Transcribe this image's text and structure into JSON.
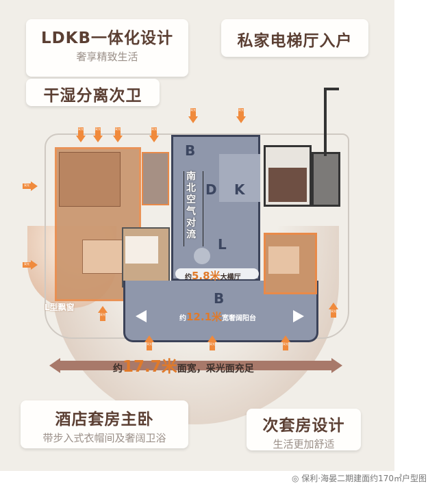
{
  "cards": {
    "ldkb": {
      "title": "LDKB一体化设计",
      "subtitle": "奢享精致生活"
    },
    "elevator": {
      "title": "私家电梯厅入户"
    },
    "bath": {
      "title": "干湿分离次卫"
    },
    "master": {
      "title": "酒店套房主卧",
      "subtitle": "带步入式衣帽间及奢阔卫浴"
    },
    "second": {
      "title": "次套房设计",
      "subtitle": "生活更加舒适"
    }
  },
  "plan": {
    "rooms": {
      "b_top": "B",
      "d": "D",
      "k": "K",
      "l": "L",
      "b_balcony": "B"
    },
    "airflow": "南北空气对流",
    "hall": {
      "prefix": "约",
      "value": "5.8米",
      "suffix": "大横厅"
    },
    "balcony": {
      "prefix": "约",
      "value": "12.1米",
      "suffix": "宽奢阔阳台"
    },
    "bay_window": "L型飘窗",
    "light_label": "采光"
  },
  "frontage": {
    "prefix": "约",
    "value": "17.7米",
    "suffix": "面宽，采光面充足"
  },
  "caption": "◎ 保利·海晏二期建面约170㎡户型图",
  "colors": {
    "accent": "#f08a3c",
    "text": "#5b3f33",
    "room_gray": "#8f97ab",
    "wood": "#c9946b"
  }
}
